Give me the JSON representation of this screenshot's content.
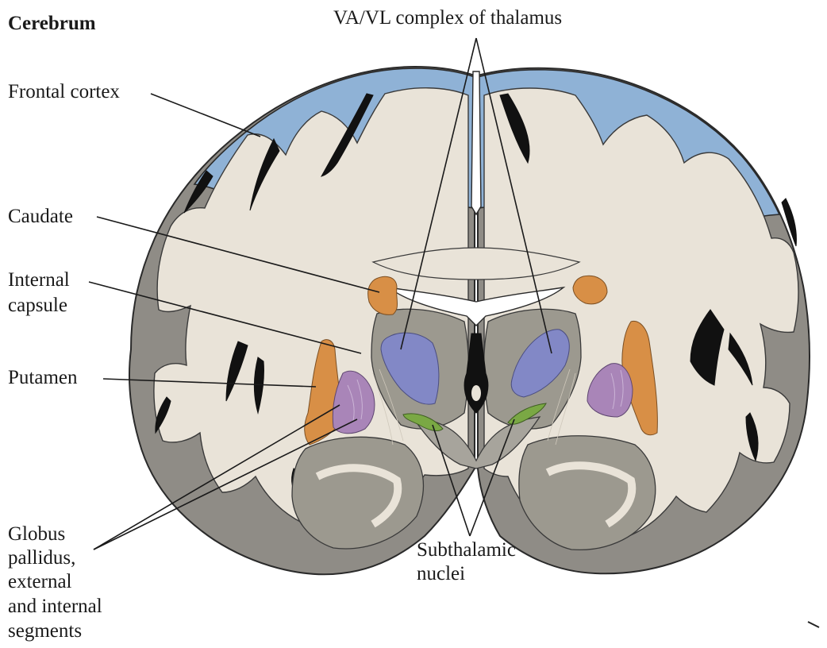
{
  "title": "Cerebrum",
  "labels": {
    "frontal_cortex": "Frontal cortex",
    "caudate": "Caudate",
    "internal_capsule_1": "Internal",
    "internal_capsule_2": "capsule",
    "putamen": "Putamen",
    "globus_1": "Globus",
    "globus_2": "pallidus,",
    "globus_3": "external",
    "globus_4": "and internal",
    "globus_5": "segments",
    "thalamus": "VA/VL complex of thalamus",
    "subthalamic_1": "Subthalamic",
    "subthalamic_2": "nuclei"
  },
  "colors": {
    "gray_matter": "#8f8c86",
    "white_matter": "#e9e3d8",
    "frontal_cortex": "#8fb2d6",
    "caudate_putamen": "#d88f46",
    "globus_pallidus": "#a985b8",
    "thalamus_va_vl": "#8288c6",
    "subthalamic": "#7aa844",
    "deep_gray": "#9c998f",
    "ventricle": "#111111"
  }
}
